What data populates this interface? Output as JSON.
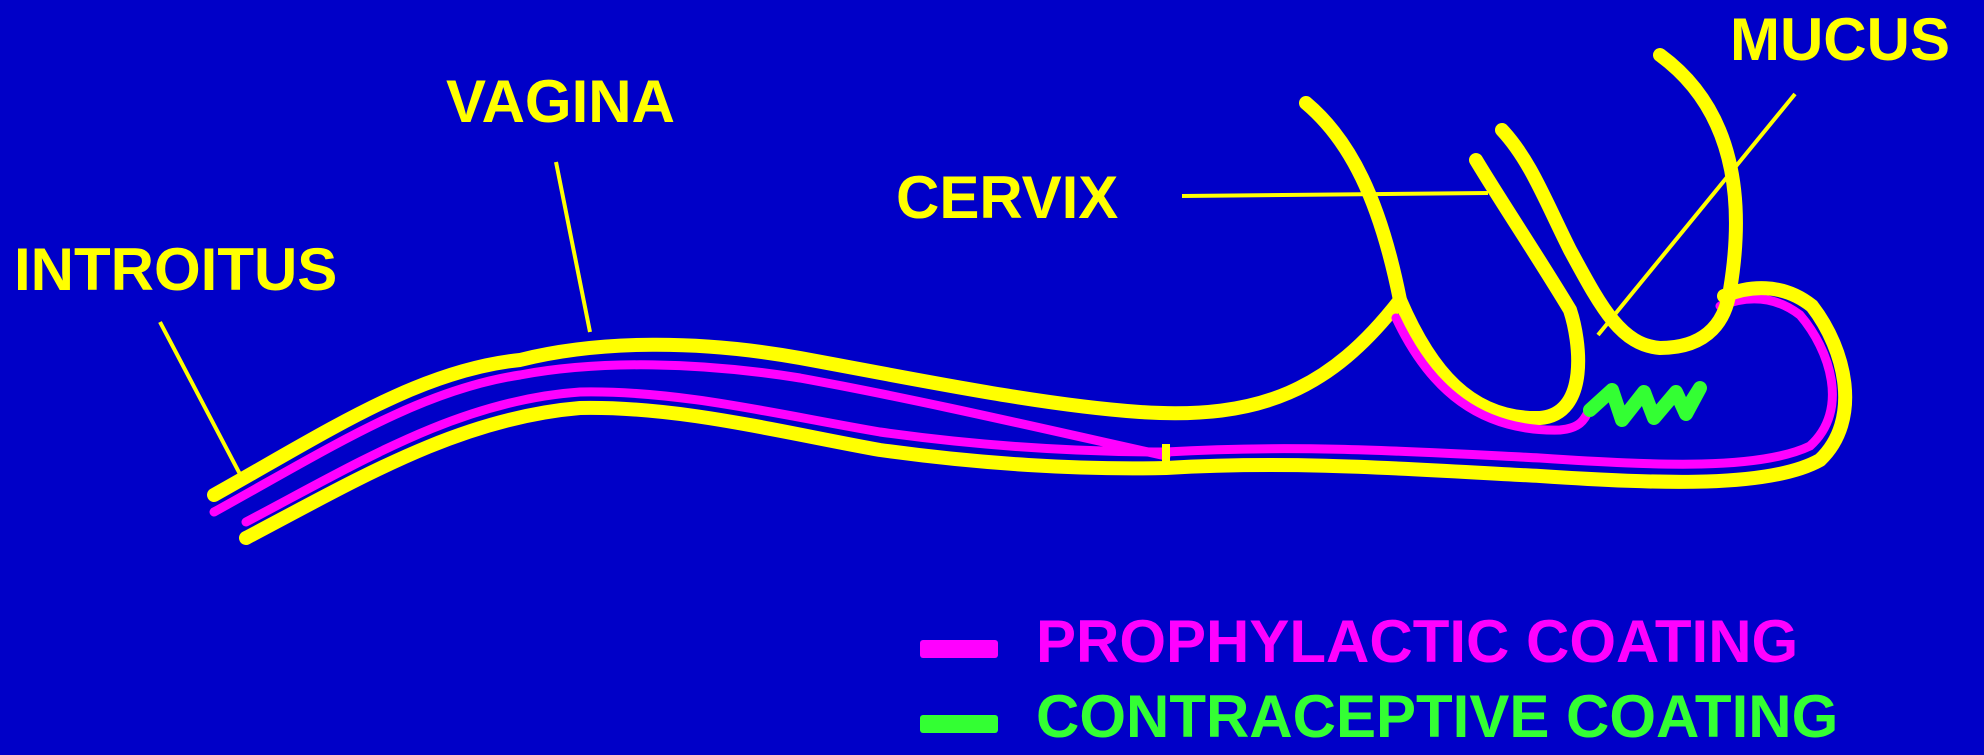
{
  "labels": {
    "introitus": "INTROITUS",
    "vagina": "VAGINA",
    "cervix": "CERVIX",
    "mucus": "MUCUS"
  },
  "legend": {
    "prophylactic": "PROPHYLACTIC COATING",
    "contraceptive": "CONTRACEPTIVE COATING"
  },
  "colors": {
    "background": "#0000c8",
    "wall": "#ffff00",
    "prophylactic": "#ff00ff",
    "contraceptive": "#33ff33"
  }
}
